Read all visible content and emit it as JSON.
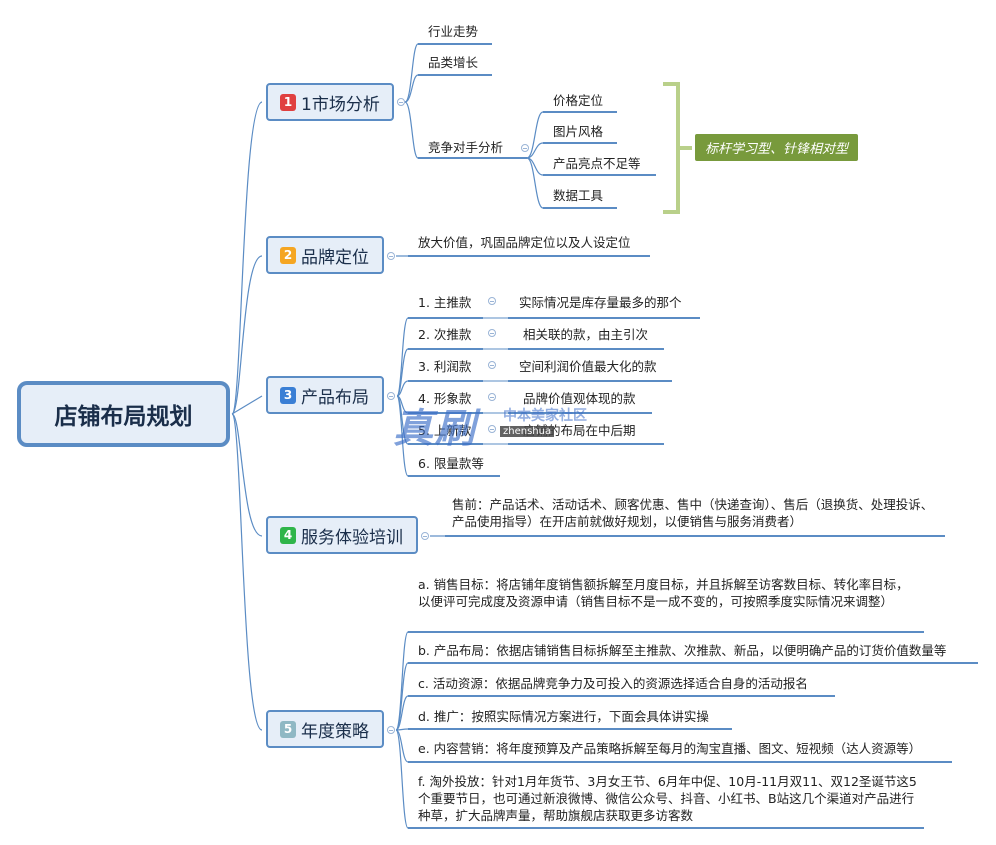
{
  "root": {
    "title": "店铺布局规划"
  },
  "branches": [
    {
      "num": "1",
      "badge_color": "#e04040",
      "label": "1市场分析"
    },
    {
      "num": "2",
      "badge_color": "#f5a623",
      "label": "品牌定位"
    },
    {
      "num": "3",
      "badge_color": "#3a7fd5",
      "label": "产品布局"
    },
    {
      "num": "4",
      "badge_color": "#2fb54a",
      "label": "服务体验培训"
    },
    {
      "num": "5",
      "badge_color": "#8fb8c4",
      "label": "年度策略"
    }
  ],
  "market": {
    "items": [
      "行业走势",
      "品类增长",
      "竞争对手分析"
    ],
    "competitor_items": [
      "价格定位",
      "图片风格",
      "产品亮点不足等",
      "数据工具"
    ],
    "summary": "标杆学习型、针锋相对型"
  },
  "brand": {
    "text": "放大价值，巩固品牌定位以及人设定位"
  },
  "products": {
    "items": [
      "1. 主推款",
      "2. 次推款",
      "3. 利润款",
      "4. 形象款",
      "5. 上新款",
      "6. 限量款等"
    ],
    "details": [
      "实际情况是库存量最多的那个",
      "相关联的款，由主引次",
      "空间利润价值最大化的款",
      "品牌价值观体现的款",
      "店铺的布局在中后期"
    ]
  },
  "service": {
    "text": "售前：产品话术、活动话术、顾客优惠、售中（快递查询）、售后（退换货、处理投诉、产品使用指导）在开店前就做好规划，以便销售与服务消费者）"
  },
  "annual": {
    "items": [
      "a. 销售目标：将店铺年度销售额拆解至月度目标，并且拆解至访客数目标、转化率目标，以便评可完成度及资源申请（销售目标不是一成不变的，可按照季度实际情况来调整）",
      "b. 产品布局：依据店铺销售目标拆解至主推款、次推款、新品，以便明确产品的订货价值数量等",
      "c. 活动资源：依据品牌竞争力及可投入的资源选择适合自身的活动报名",
      "d. 推广：按照实际情况方案进行，下面会具体讲实操",
      "e. 内容营销：将年度预算及产品策略拆解至每月的淘宝直播、图文、短视频（达人资源等）",
      "f. 淘外投放：针对1月年货节、3月女王节、6月年中促、10月-11月双11、双12圣诞节这5个重要节日，也可通过新浪微博、微信公众号、抖音、小红书、B站这几个渠道对产品进行种草，扩大品牌声量，帮助旗舰店获取更多访客数"
    ]
  },
  "watermark": {
    "main": "真刷",
    "sub": "中本美家社区",
    "tag": "zhenshua"
  },
  "colors": {
    "line": "#5b8cc4",
    "branch_fill": "#e6eef8",
    "bracket": "#b9d08a",
    "summary_fill": "#789a3c"
  }
}
